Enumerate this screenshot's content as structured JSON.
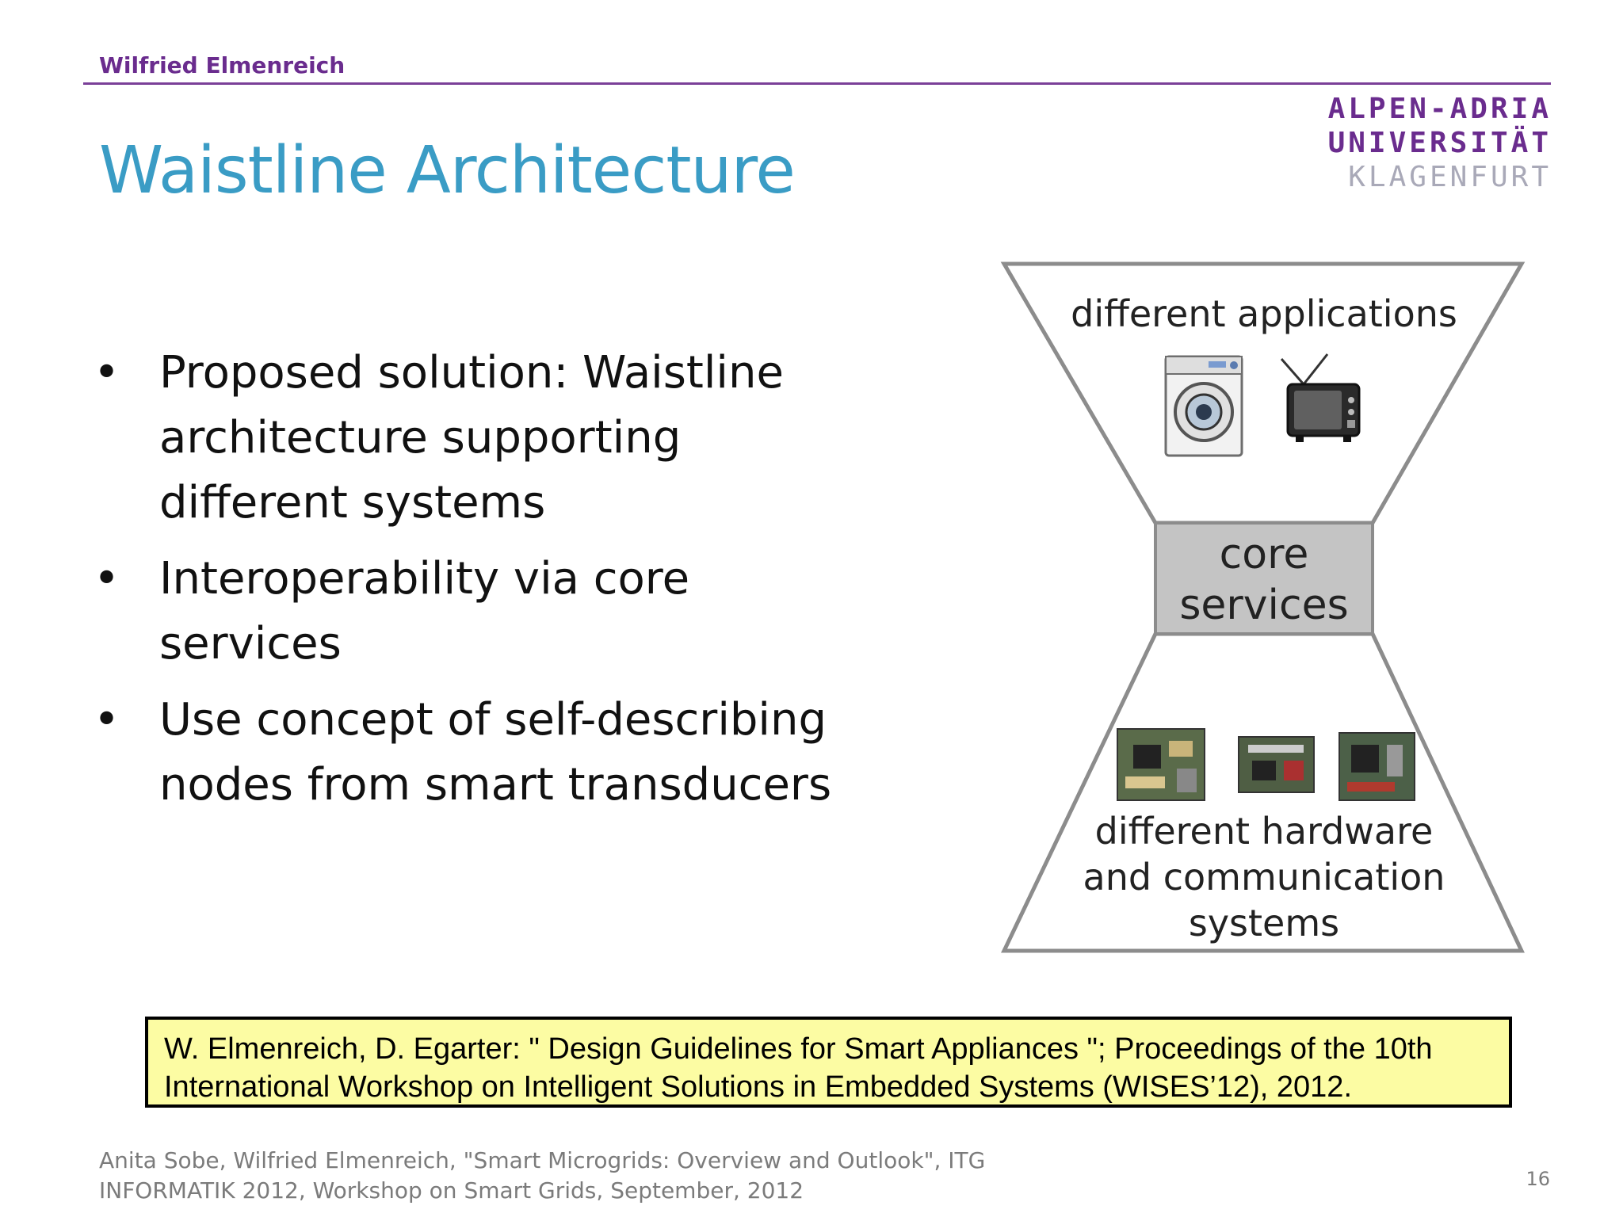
{
  "header": {
    "author": "Wilfried Elmenreich",
    "university": {
      "line1": "ALPEN-ADRIA",
      "line2": "UNIVERSITÄT",
      "line3": "KLAGENFURT"
    },
    "accent_color": "#6a2c8e"
  },
  "slide": {
    "title": "Waistline Architecture",
    "title_color": "#3a9cc5",
    "bullet_symbol": "•",
    "bullets": [
      "Proposed solution: Waistline architecture supporting different systems",
      "Interoperability via core services",
      "Use concept of self-describing nodes from smart transducers"
    ]
  },
  "diagram": {
    "top_label": "different applications",
    "core_label_line1": "core",
    "core_label_line2": "services",
    "bottom_label_line1": "different hardware",
    "bottom_label_line2": "and communication",
    "bottom_label_line3": "systems",
    "icons": [
      "washing-machine-icon",
      "television-icon",
      "circuit-board-icon"
    ]
  },
  "citation": "W. Elmenreich, D. Egarter: \" Design Guidelines for Smart Appliances \"; Proceedings of the 10th International Workshop on Intelligent Solutions in Embedded Systems (WISES’12), 2012.",
  "footer": {
    "line1": "Anita Sobe, Wilfried Elmenreich, \"Smart Microgrids: Overview and Outlook\", ITG",
    "line2": "INFORMATIK 2012, Workshop on Smart Grids, September, 2012",
    "page_number": "16"
  }
}
